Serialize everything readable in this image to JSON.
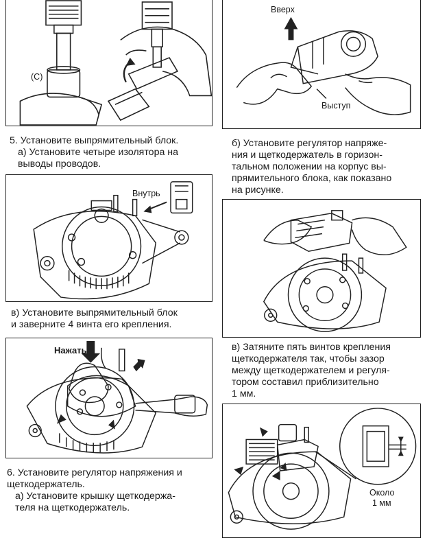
{
  "left_column": {
    "step5": {
      "title": "5. Установите выпрямительный блок.",
      "sub_a_line1": "а) Установите четыре изолятора на",
      "sub_a_line2": "выводы проводов."
    },
    "fig1": {
      "label_c": "(C)"
    },
    "fig2": {
      "label_inside": "Внутрь"
    },
    "caption_v": {
      "line1": "в) Установите выпрямительный блок",
      "line2": "и заверните 4 винта его крепления."
    },
    "fig3": {
      "label_press": "Нажать"
    },
    "step6": {
      "line1": "6. Установите регулятор напряжения и",
      "line2": "щеткодержатель.",
      "sub_a_line1": "а) Установите крышку щеткодержа-",
      "sub_a_line2": "теля на щеткодержатель."
    }
  },
  "right_column": {
    "fig4": {
      "label_up": "Вверх",
      "label_tab": "Выступ"
    },
    "caption_b": {
      "line1": "б) Установите регулятор напряже-",
      "line2": "ния и щеткодержатель в горизон-",
      "line3": "тальном положении на корпус вы-",
      "line4": "прямительного блока, как показано",
      "line5": "на рисунке."
    },
    "caption_v": {
      "line1": "в) Затяните пять винтов крепления",
      "line2": "щеткодержателя так, чтобы зазор",
      "line3": "между щеткодержателем и регуля-",
      "line4": "тором составил приблизительно",
      "line5": "1 мм."
    },
    "fig6": {
      "label_about": "Около",
      "label_mm": "1 мм"
    }
  }
}
